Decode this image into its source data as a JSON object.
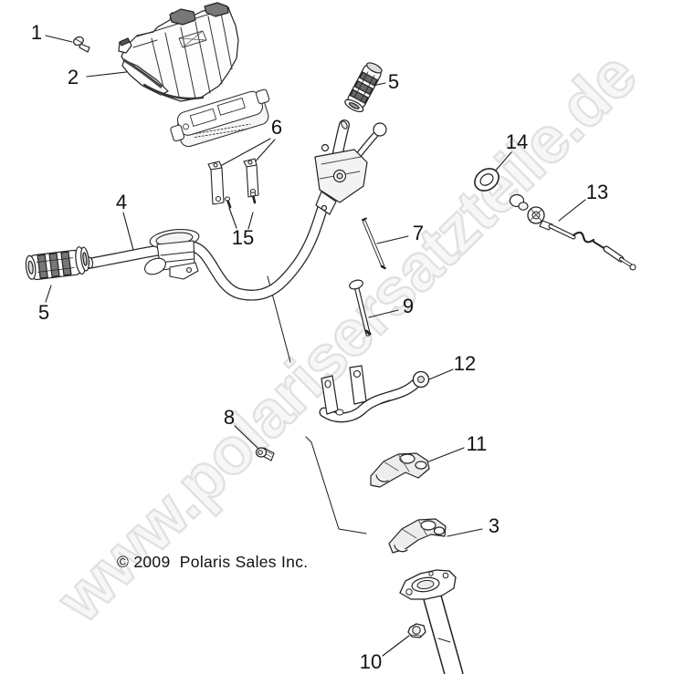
{
  "watermark": {
    "text": "www.polarisersatzteile.de"
  },
  "footer": {
    "copyright": "© 2009  Polaris Sales Inc."
  },
  "callouts": {
    "n1": "1",
    "n2": "2",
    "n3": "3",
    "n4": "4",
    "n5_left": "5",
    "n5_right": "5",
    "n6": "6",
    "n7": "7",
    "n8": "8",
    "n9": "9",
    "n10": "10",
    "n11": "11",
    "n12": "12",
    "n13": "13",
    "n14": "14",
    "n15": "15"
  },
  "colors": {
    "line": "#2a2a2a",
    "fill": "#ffffff",
    "shade": "#6b6b6b",
    "watermark": "#e1e1e1"
  }
}
